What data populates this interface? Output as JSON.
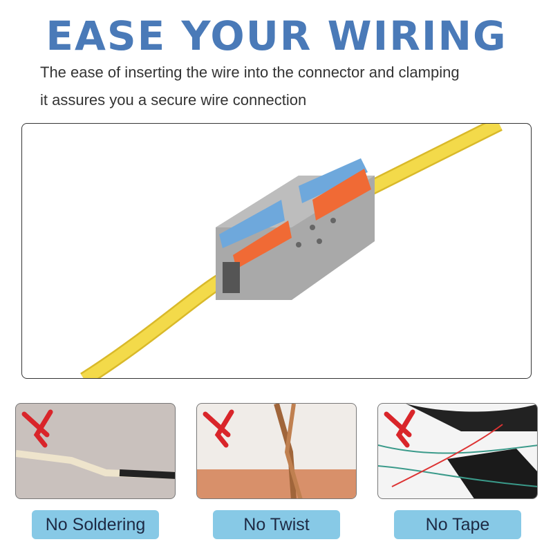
{
  "header": {
    "title": "EASE YOUR WIRING",
    "subtitle_line1": "The ease of inserting the wire into the connector and clamping",
    "subtitle_line2": "it assures you a secure wire connection"
  },
  "panels": [
    {
      "label": "No Soldering",
      "icon": "x-mark-icon"
    },
    {
      "label": "No Twist",
      "icon": "x-mark-icon"
    },
    {
      "label": "No Tape",
      "icon": "x-mark-icon"
    }
  ],
  "colors": {
    "title": "#4a7ab8",
    "label_bg": "#87c9e6",
    "label_text": "#1e2a44",
    "x_mark": "#d9252a",
    "wire": "#f3da4a",
    "lever_blue": "#6ea8dc",
    "lever_orange": "#f06a35",
    "connector": "#a9a9a9"
  }
}
